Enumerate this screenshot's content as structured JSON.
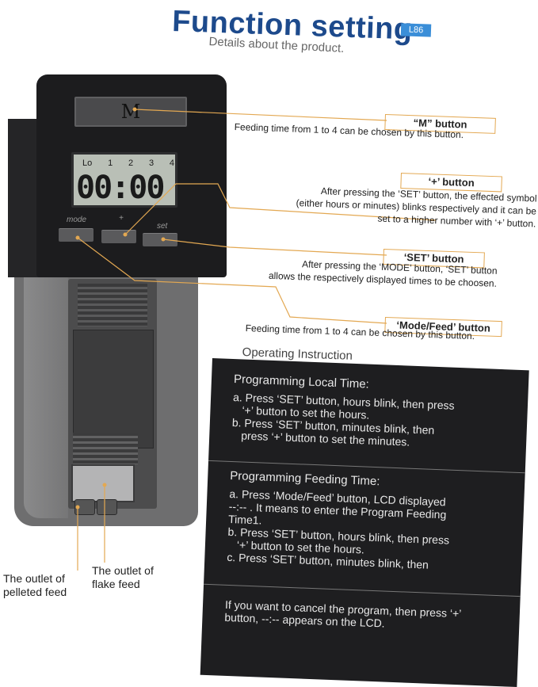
{
  "header": {
    "title": "Function setting",
    "model": "L86",
    "subtitle": "Details about the product."
  },
  "device": {
    "m_key_label": "M",
    "lcd_indicators": [
      "Lo",
      "1",
      "2",
      "3",
      "4"
    ],
    "lcd_time": "00:00",
    "button_labels": [
      "mode",
      "+",
      "set"
    ]
  },
  "callouts": [
    {
      "title": "“M” button",
      "desc": [
        "Feeding time from 1 to 4 can be chosen by this button."
      ]
    },
    {
      "title": "‘+’ button",
      "desc": [
        "After pressing the ‘SET’ button, the effected symbol",
        "(either hours or minutes) blinks respectively and it can be",
        "set to a higher number with ‘+’ button."
      ]
    },
    {
      "title": "‘SET’ button",
      "desc": [
        "After pressing the ‘MODE’ button, ‘SET’ button",
        "allows the respectively displayed times to be choosen."
      ]
    },
    {
      "title": "‘Mode/Feed’ button",
      "desc": [
        "Feeding time from 1 to 4 can be chosen by this button."
      ]
    }
  ],
  "operating": {
    "title": "Operating Instruction",
    "sections": [
      {
        "heading": "Programming Local Time:",
        "lines": [
          "a. Press ‘SET’ button, hours blink, then press",
          "‘+’ button to set the hours.",
          "b. Press ‘SET’ button, minutes blink, then",
          "press ‘+’ button to set the minutes."
        ]
      },
      {
        "heading": "Programming Feeding Time:",
        "lines": [
          "a. Press ‘Mode/Feed’ button, LCD displayed",
          "--:-- . It means to enter the Program Feeding",
          "Time1.",
          "b. Press ‘SET’ button, hours blink, then press",
          "‘+’ button to set the hours.",
          "c. Press ‘SET’ button, minutes blink, then"
        ]
      },
      {
        "heading": "",
        "lines": [
          "If you want to cancel the program, then press ‘+’",
          "button, --:-- appears on the LCD."
        ]
      }
    ]
  },
  "outlets": {
    "pelleted": [
      "The outlet of",
      "pelleted feed"
    ],
    "flake": [
      "The outlet of",
      "flake feed"
    ]
  },
  "colors": {
    "title": "#1d4a8c",
    "badge": "#3a8ed8",
    "leader": "#e3a852",
    "panel": "#1e1e20"
  }
}
